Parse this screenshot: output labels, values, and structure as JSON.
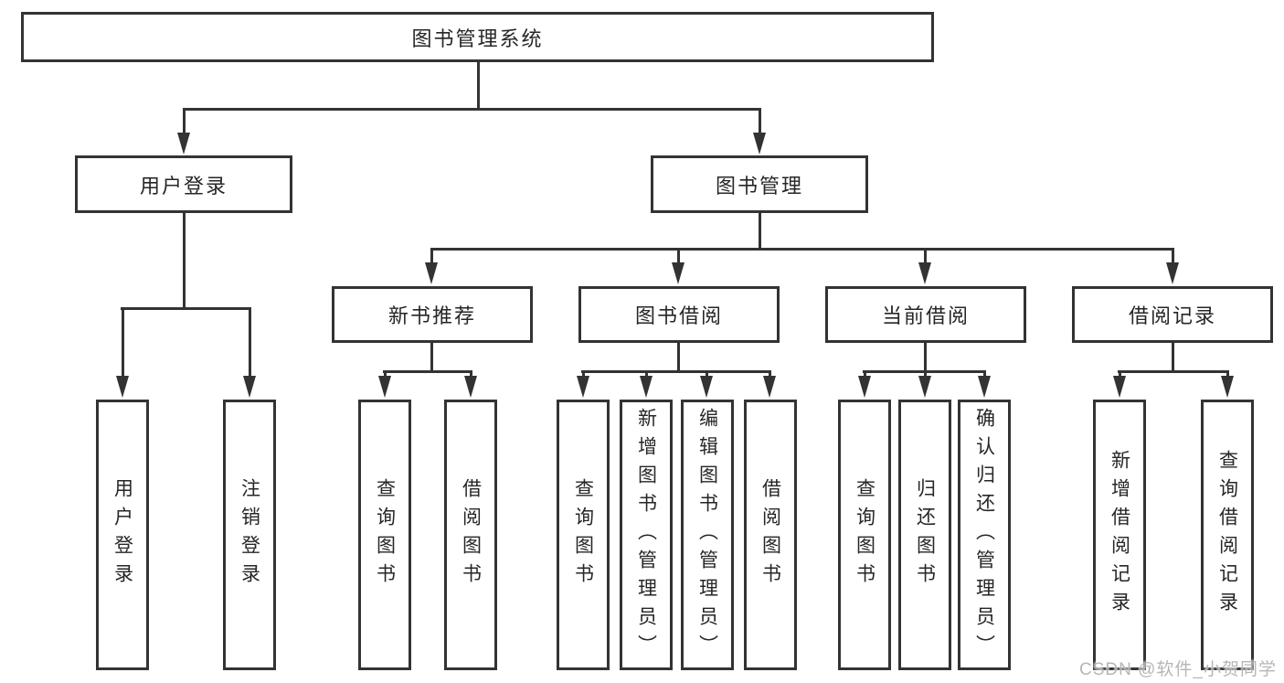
{
  "nodes": {
    "root": "图书管理系统",
    "user_login": "用户登录",
    "book_mgmt": "图书管理",
    "new_book_rec": "新书推荐",
    "book_borrow": "图书借阅",
    "current_borrow": "当前借阅",
    "borrow_record": "借阅记录",
    "leaf_user_login": "用户登录",
    "leaf_logout": "注销登录",
    "leaf_nb_query": "查询图书",
    "leaf_nb_borrow": "借阅图书",
    "leaf_bb_query": "查询图书",
    "leaf_bb_add": "新增图书（管理员）",
    "leaf_bb_edit": "编辑图书（管理员）",
    "leaf_bb_borrow": "借阅图书",
    "leaf_cb_query": "查询图书",
    "leaf_cb_return": "归还图书",
    "leaf_cb_confirm": "确认归还（管理员）",
    "leaf_br_add": "新增借阅记录",
    "leaf_br_query": "查询借阅记录"
  },
  "watermark": "CSDN @软件_小贺同学",
  "colors": {
    "line": "#333333",
    "text": "#262626",
    "background": "#ffffff",
    "watermark": "#b3b3b3"
  }
}
